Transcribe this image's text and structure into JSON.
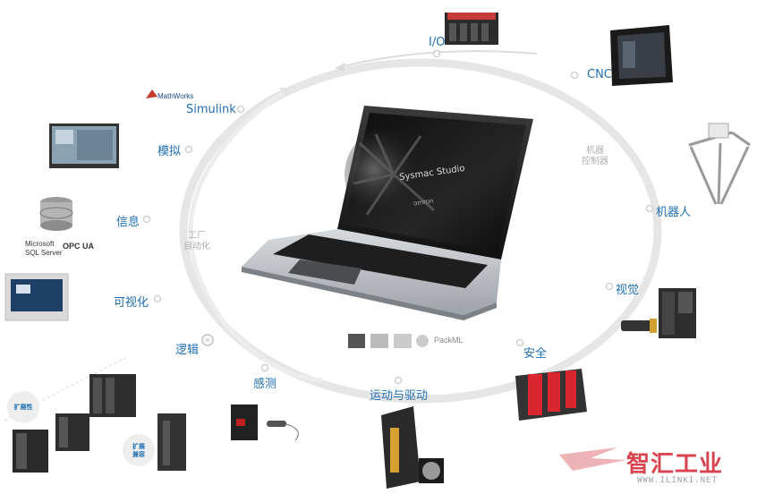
{
  "center": {
    "screen_title": "Sysmac Studio",
    "screen_brand": "omron"
  },
  "categories": {
    "controller": "机器\n控制器",
    "factory": "工厂\n自动化"
  },
  "nodes": {
    "io": "I/O",
    "cnc": "CNC",
    "robot": "机器人",
    "vision": "视觉",
    "safety": "安全",
    "motion": "运动与驱动",
    "sensing": "感测",
    "logic": "逻辑",
    "visualization": "可视化",
    "information": "信息",
    "simulation": "模拟",
    "simulink": "Simulink"
  },
  "captions": {
    "mathworks": "MathWorks",
    "sql": "Microsoft\nSQL Server",
    "opcua": "OPC UA",
    "packml": "PackML"
  },
  "bubbles": {
    "expand": "扩展性",
    "expand2": "扩展\n兼容"
  },
  "watermark": {
    "name": "智汇工业",
    "url": "WWW.ILINKI.NET"
  },
  "colors": {
    "label_blue": "#1f6fb2",
    "ring_grey": "#e6e6e6",
    "safety_red": "#d8252e",
    "watermark_red": "#d9434f"
  }
}
